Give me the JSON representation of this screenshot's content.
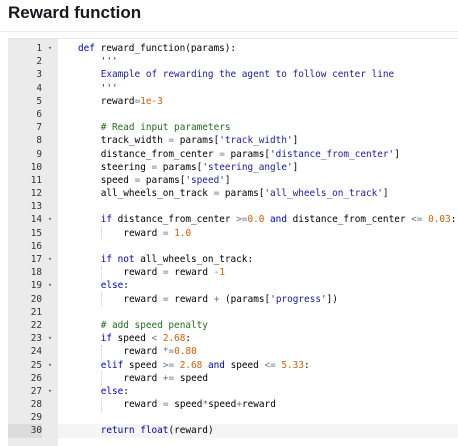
{
  "panel": {
    "title": "Reward function"
  },
  "editor": {
    "active_line": 30,
    "lines": [
      {
        "n": "1",
        "fold": true,
        "indent": 0,
        "tokens": [
          [
            "k",
            "def "
          ],
          [
            "t",
            "reward_function(params):"
          ]
        ]
      },
      {
        "n": "2",
        "fold": false,
        "indent": 1,
        "tokens": [
          [
            "s",
            "'''"
          ]
        ]
      },
      {
        "n": "3",
        "fold": false,
        "indent": 1,
        "tokens": [
          [
            "s",
            "Example of rewarding the agent to follow center line"
          ]
        ]
      },
      {
        "n": "4",
        "fold": false,
        "indent": 1,
        "tokens": [
          [
            "s",
            "'''"
          ]
        ]
      },
      {
        "n": "5",
        "fold": false,
        "indent": 1,
        "tokens": [
          [
            "t",
            "reward"
          ],
          [
            "o",
            "="
          ],
          [
            "n",
            "1e-3"
          ]
        ]
      },
      {
        "n": "6",
        "fold": false,
        "indent": 1,
        "tokens": []
      },
      {
        "n": "7",
        "fold": false,
        "indent": 1,
        "tokens": [
          [
            "c",
            "# Read input parameters"
          ]
        ]
      },
      {
        "n": "8",
        "fold": false,
        "indent": 1,
        "tokens": [
          [
            "t",
            "track_width "
          ],
          [
            "o",
            "="
          ],
          [
            "t",
            " params["
          ],
          [
            "s",
            "'track_width'"
          ],
          [
            "t",
            "]"
          ]
        ]
      },
      {
        "n": "9",
        "fold": false,
        "indent": 1,
        "tokens": [
          [
            "t",
            "distance_from_center "
          ],
          [
            "o",
            "="
          ],
          [
            "t",
            " params["
          ],
          [
            "s",
            "'distance_from_center'"
          ],
          [
            "t",
            "]"
          ]
        ]
      },
      {
        "n": "10",
        "fold": false,
        "indent": 1,
        "tokens": [
          [
            "t",
            "steering "
          ],
          [
            "o",
            "="
          ],
          [
            "t",
            " params["
          ],
          [
            "s",
            "'steering_angle'"
          ],
          [
            "t",
            "]"
          ]
        ]
      },
      {
        "n": "11",
        "fold": false,
        "indent": 1,
        "tokens": [
          [
            "t",
            "speed "
          ],
          [
            "o",
            "="
          ],
          [
            "t",
            " params["
          ],
          [
            "s",
            "'speed'"
          ],
          [
            "t",
            "]"
          ]
        ]
      },
      {
        "n": "12",
        "fold": false,
        "indent": 1,
        "tokens": [
          [
            "t",
            "all_wheels_on_track "
          ],
          [
            "o",
            "="
          ],
          [
            "t",
            " params["
          ],
          [
            "s",
            "'all_wheels_on_track'"
          ],
          [
            "t",
            "]"
          ]
        ]
      },
      {
        "n": "13",
        "fold": false,
        "indent": 1,
        "tokens": []
      },
      {
        "n": "14",
        "fold": true,
        "indent": 1,
        "tokens": [
          [
            "k",
            "if "
          ],
          [
            "t",
            "distance_from_center "
          ],
          [
            "o",
            ">="
          ],
          [
            "n",
            "0.0"
          ],
          [
            "k",
            " and "
          ],
          [
            "t",
            "distance_from_center "
          ],
          [
            "o",
            "<="
          ],
          [
            "t",
            " "
          ],
          [
            "n",
            "0.03"
          ],
          [
            "t",
            ":"
          ]
        ]
      },
      {
        "n": "15",
        "fold": false,
        "indent": 2,
        "tokens": [
          [
            "t",
            "reward "
          ],
          [
            "o",
            "="
          ],
          [
            "t",
            " "
          ],
          [
            "n",
            "1.0"
          ]
        ]
      },
      {
        "n": "16",
        "fold": false,
        "indent": 1,
        "tokens": []
      },
      {
        "n": "17",
        "fold": true,
        "indent": 1,
        "tokens": [
          [
            "k",
            "if not "
          ],
          [
            "t",
            "all_wheels_on_track:"
          ]
        ]
      },
      {
        "n": "18",
        "fold": false,
        "indent": 2,
        "tokens": [
          [
            "t",
            "reward "
          ],
          [
            "o",
            "="
          ],
          [
            "t",
            " reward "
          ],
          [
            "o",
            "-"
          ],
          [
            "n",
            "1"
          ]
        ]
      },
      {
        "n": "19",
        "fold": true,
        "indent": 1,
        "tokens": [
          [
            "k",
            "else"
          ],
          [
            "t",
            ":"
          ]
        ]
      },
      {
        "n": "20",
        "fold": false,
        "indent": 2,
        "tokens": [
          [
            "t",
            "reward "
          ],
          [
            "o",
            "="
          ],
          [
            "t",
            " reward "
          ],
          [
            "o",
            "+"
          ],
          [
            "t",
            " (params["
          ],
          [
            "s",
            "'progress'"
          ],
          [
            "t",
            "])"
          ]
        ]
      },
      {
        "n": "21",
        "fold": false,
        "indent": 1,
        "tokens": []
      },
      {
        "n": "22",
        "fold": false,
        "indent": 1,
        "tokens": [
          [
            "c",
            "# add speed penalty"
          ]
        ]
      },
      {
        "n": "23",
        "fold": true,
        "indent": 1,
        "tokens": [
          [
            "k",
            "if "
          ],
          [
            "t",
            "speed "
          ],
          [
            "o",
            "<"
          ],
          [
            "t",
            " "
          ],
          [
            "n",
            "2.68"
          ],
          [
            "t",
            ":"
          ]
        ]
      },
      {
        "n": "24",
        "fold": false,
        "indent": 2,
        "tokens": [
          [
            "t",
            "reward "
          ],
          [
            "o",
            "*="
          ],
          [
            "n",
            "0.80"
          ]
        ]
      },
      {
        "n": "25",
        "fold": true,
        "indent": 1,
        "tokens": [
          [
            "k",
            "elif "
          ],
          [
            "t",
            "speed "
          ],
          [
            "o",
            ">="
          ],
          [
            "t",
            " "
          ],
          [
            "n",
            "2.68"
          ],
          [
            "k",
            " and "
          ],
          [
            "t",
            "speed "
          ],
          [
            "o",
            "<="
          ],
          [
            "t",
            " "
          ],
          [
            "n",
            "5.33"
          ],
          [
            "t",
            ":"
          ]
        ]
      },
      {
        "n": "26",
        "fold": false,
        "indent": 2,
        "tokens": [
          [
            "t",
            "reward "
          ],
          [
            "o",
            "+="
          ],
          [
            "t",
            " speed"
          ]
        ]
      },
      {
        "n": "27",
        "fold": true,
        "indent": 1,
        "tokens": [
          [
            "k",
            "else"
          ],
          [
            "t",
            ":"
          ]
        ]
      },
      {
        "n": "28",
        "fold": false,
        "indent": 2,
        "tokens": [
          [
            "t",
            "reward "
          ],
          [
            "o",
            "="
          ],
          [
            "t",
            " speed"
          ],
          [
            "o",
            "*"
          ],
          [
            "t",
            "speed"
          ],
          [
            "o",
            "+"
          ],
          [
            "t",
            "reward"
          ]
        ]
      },
      {
        "n": "29",
        "fold": false,
        "indent": 1,
        "tokens": []
      },
      {
        "n": "30",
        "fold": false,
        "indent": 1,
        "tokens": [
          [
            "k",
            "return "
          ],
          [
            "f",
            "float"
          ],
          [
            "t",
            "(reward)"
          ]
        ]
      }
    ]
  },
  "icons": {
    "fold": "chevron-down-icon"
  },
  "colors": {
    "keyword": "#0000cc",
    "string": "#1a1aa6",
    "comment": "#236e24",
    "number": "#d75f00",
    "gutter": "#ebebeb"
  }
}
